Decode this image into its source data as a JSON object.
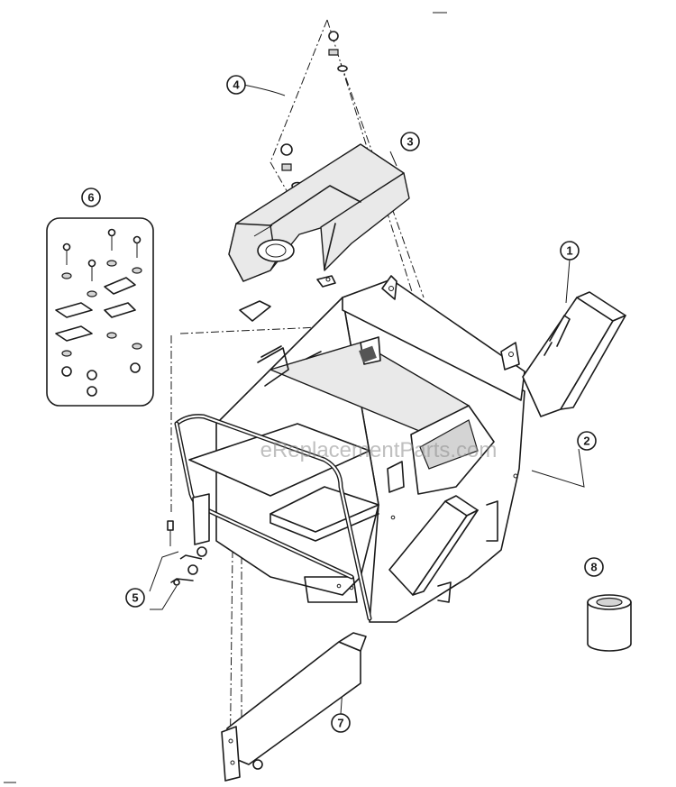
{
  "diagram": {
    "callouts": [
      {
        "id": "1",
        "label": "1"
      },
      {
        "id": "2",
        "label": "2"
      },
      {
        "id": "3",
        "label": "3"
      },
      {
        "id": "4",
        "label": "4"
      },
      {
        "id": "5",
        "label": "5"
      },
      {
        "id": "6",
        "label": "6"
      },
      {
        "id": "7",
        "label": "7"
      },
      {
        "id": "8",
        "label": "8"
      }
    ],
    "watermark": "eReplacementParts.com"
  },
  "colors": {
    "line": "#1a1a1a",
    "background": "#ffffff",
    "panel_fill": "#e9e9e9"
  }
}
